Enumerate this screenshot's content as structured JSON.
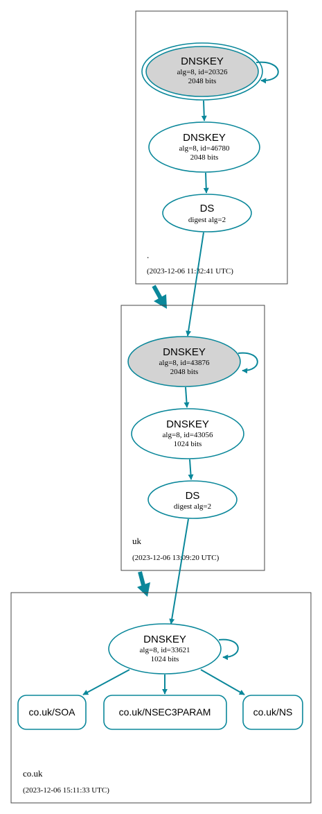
{
  "colors": {
    "edge": "#0a879a",
    "zone_border": "#444444",
    "ksk_fill": "#d3d3d3",
    "background": "#ffffff",
    "text": "#000000"
  },
  "zones": [
    {
      "id": "root",
      "name": ".",
      "timestamp": "(2023-12-06 11:32:41 UTC)",
      "nodes": [
        {
          "id": "root-ksk",
          "title": "DNSKEY",
          "line1": "alg=8, id=20326",
          "line2": "2048 bits",
          "ksk": true,
          "trust_anchor": true
        },
        {
          "id": "root-zsk",
          "title": "DNSKEY",
          "line1": "alg=8, id=46780",
          "line2": "2048 bits",
          "ksk": false
        },
        {
          "id": "root-ds",
          "title": "DS",
          "line1": "digest alg=2",
          "line2": ""
        }
      ]
    },
    {
      "id": "uk",
      "name": "uk",
      "timestamp": "(2023-12-06 13:09:20 UTC)",
      "nodes": [
        {
          "id": "uk-ksk",
          "title": "DNSKEY",
          "line1": "alg=8, id=43876",
          "line2": "2048 bits",
          "ksk": true
        },
        {
          "id": "uk-zsk",
          "title": "DNSKEY",
          "line1": "alg=8, id=43056",
          "line2": "1024 bits",
          "ksk": false
        },
        {
          "id": "uk-ds",
          "title": "DS",
          "line1": "digest alg=2",
          "line2": ""
        }
      ]
    },
    {
      "id": "couk",
      "name": "co.uk",
      "timestamp": "(2023-12-06 15:11:33 UTC)",
      "nodes": [
        {
          "id": "couk-key",
          "title": "DNSKEY",
          "line1": "alg=8, id=33621",
          "line2": "1024 bits",
          "ksk": false
        }
      ],
      "rrsets": [
        {
          "id": "couk-soa",
          "label": "co.uk/SOA"
        },
        {
          "id": "couk-nsec3param",
          "label": "co.uk/NSEC3PARAM"
        },
        {
          "id": "couk-ns",
          "label": "co.uk/NS"
        }
      ]
    }
  ]
}
